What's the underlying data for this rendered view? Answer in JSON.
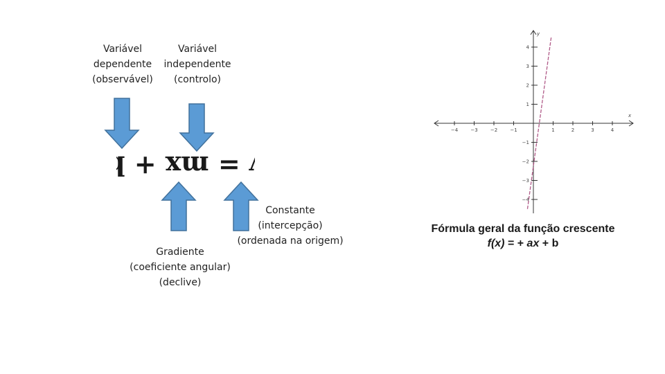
{
  "labels": {
    "dependent": [
      "Variável",
      "dependente",
      "(observável)"
    ],
    "independent": [
      "Variável",
      "independente",
      "(controlo)"
    ],
    "constant": [
      "Constante",
      "(intercepção)",
      "(ordenada na origem)"
    ],
    "gradient": [
      "Gradiente",
      "(coeficiente angular)",
      "(declive)"
    ]
  },
  "equation": {
    "text": "y = mx + b",
    "rendering": "rotated 180°"
  },
  "caption": {
    "title": "Fórmula geral da função crescente",
    "formula": "f(x) = + ax + b"
  },
  "colors": {
    "arrow_fill": "#5b9bd5",
    "arrow_stroke": "#41719c",
    "line": "#b05a88"
  },
  "chart_data": {
    "type": "line",
    "x_ticks": [
      -4,
      -3,
      -2,
      -1,
      1,
      2,
      3,
      4
    ],
    "y_ticks": [
      -4,
      -3,
      -2,
      -1,
      1,
      2,
      3,
      4
    ],
    "x_axis_label": "x",
    "y_axis_label": "y",
    "xlim": [
      -5,
      5
    ],
    "ylim": [
      -4.5,
      4.5
    ],
    "series": [
      {
        "style": "dashed",
        "x": [
          -0.3,
          0.9
        ],
        "y": [
          -4.5,
          4.5
        ]
      }
    ],
    "grid": false
  }
}
